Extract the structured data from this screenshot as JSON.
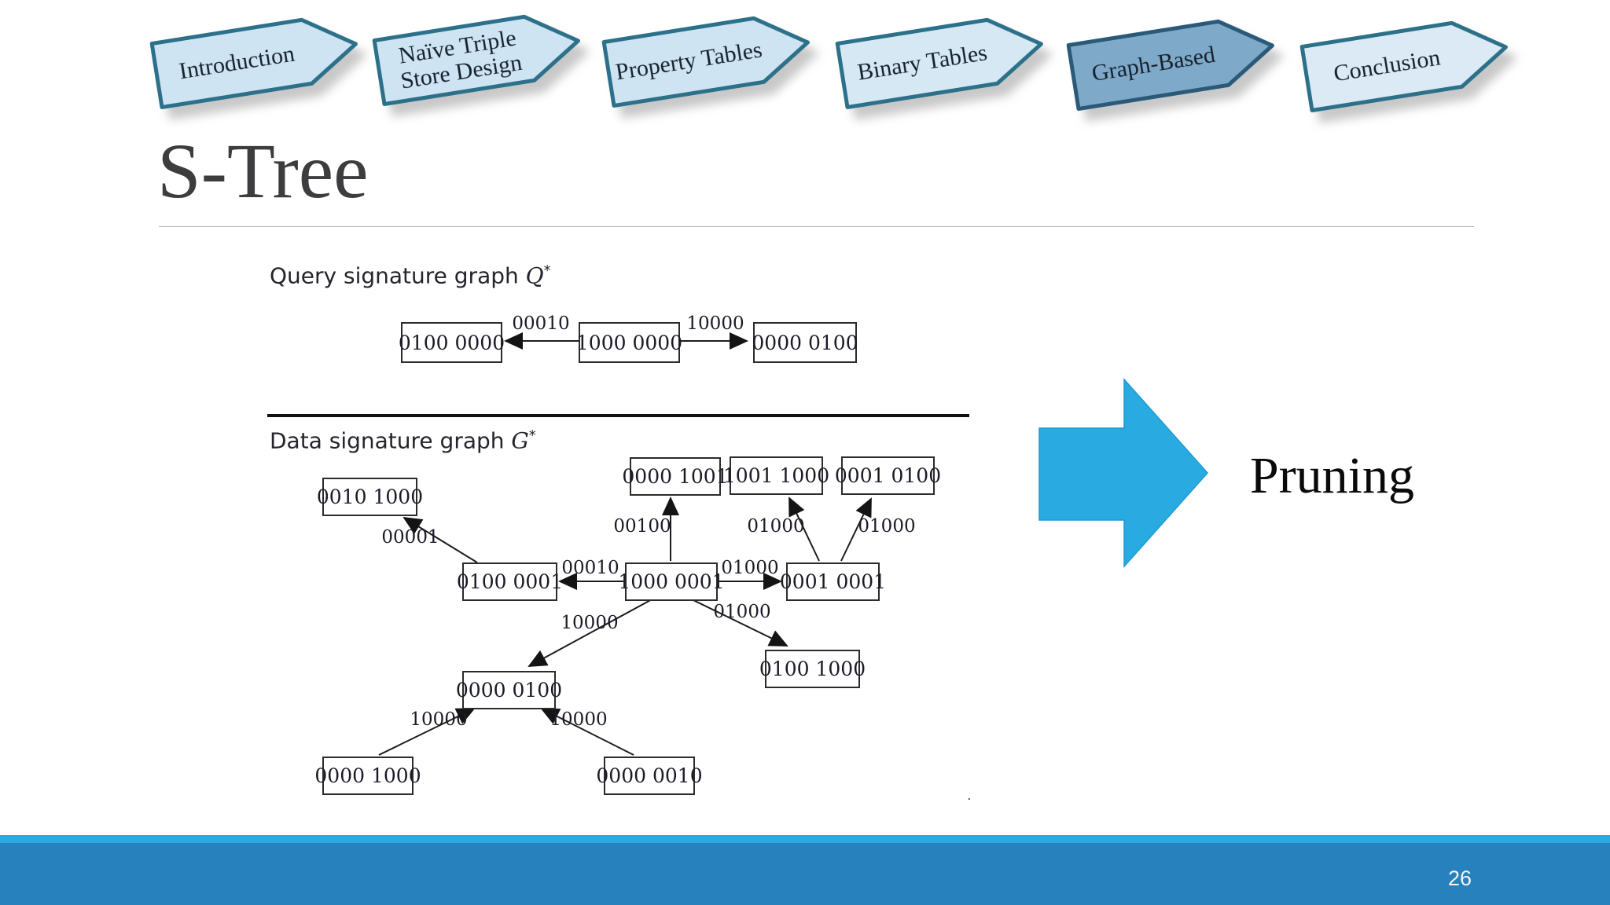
{
  "slide": {
    "title": "S-Tree",
    "pruning_label": "Pruning",
    "page_number": "26",
    "stray_dot": "."
  },
  "nav": {
    "items": [
      {
        "label": "Introduction",
        "active": false,
        "fill": "#CFE4F3"
      },
      {
        "label": "Naïve Triple Store Design",
        "active": false,
        "fill": "#CFE4F3"
      },
      {
        "label": "Property Tables",
        "active": false,
        "fill": "#CFE4F3"
      },
      {
        "label": "Binary Tables",
        "active": false,
        "fill": "#D5E8F4"
      },
      {
        "label": "Graph-Based",
        "active": true,
        "fill": "#7FA9C9"
      },
      {
        "label": "Conclusion",
        "active": false,
        "fill": "#DCEAF5"
      }
    ]
  },
  "diagram": {
    "query_graph": {
      "label": "Query signature graph",
      "symbol": "Q",
      "symbol_sup": "*",
      "nodes": [
        "0100 0000",
        "1000 0000",
        "0000 0100"
      ],
      "edge_labels": [
        "00010",
        "10000"
      ]
    },
    "data_graph": {
      "label": "Data signature graph",
      "symbol": "G",
      "symbol_sup": "*",
      "nodes": [
        "0010 1000",
        "0000 1001",
        "1001 1000",
        "0001 0100",
        "0100 0001",
        "1000 0001",
        "0001 0001",
        "0100 1000",
        "0000 0100",
        "0000 1000",
        "0000 0010"
      ],
      "edge_labels": [
        "00001",
        "00100",
        "01000",
        "01000",
        "00010",
        "01000",
        "10000",
        "01000",
        "10000",
        "10000"
      ]
    }
  },
  "colors": {
    "accent_blue": "#29ABE2",
    "footer_bar": "#2781BD",
    "footer_stripe": "#29ABE2",
    "nav_border": "#2C7089",
    "nav_border_active": "#2A5A78",
    "node_border": "#2B2B2B",
    "title_color": "#3D3D40"
  }
}
